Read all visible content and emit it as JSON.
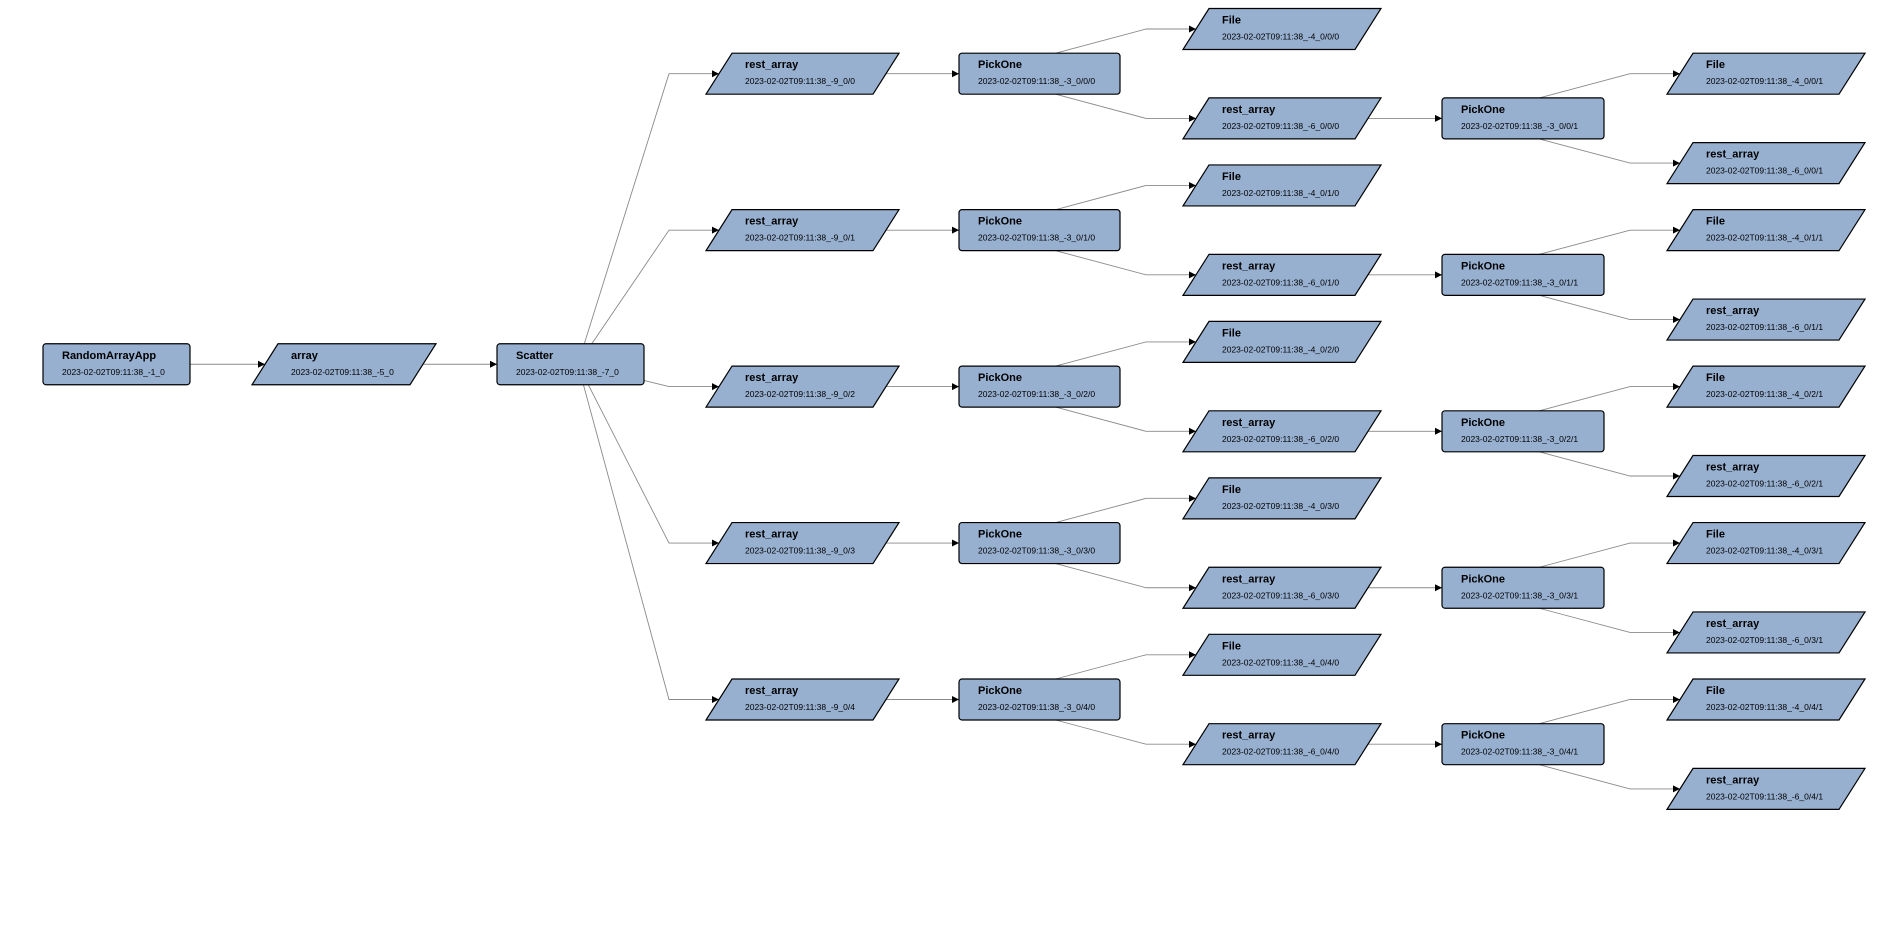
{
  "colors": {
    "node_fill": "#97b0d0",
    "node_stroke": "#000000",
    "edge": "#8a8a8a",
    "arrow": "#000000",
    "background": "#ffffff"
  },
  "nodes": [
    {
      "id": "app",
      "shape": "app",
      "title": "RandomArrayApp",
      "subtitle": "2023-02-02T09:11:38_-1_0"
    },
    {
      "id": "array",
      "shape": "data",
      "title": "array",
      "subtitle": "2023-02-02T09:11:38_-5_0"
    },
    {
      "id": "scatter",
      "shape": "app",
      "title": "Scatter",
      "subtitle": "2023-02-02T09:11:38_-7_0"
    },
    {
      "id": "ra0",
      "shape": "data",
      "title": "rest_array",
      "subtitle": "2023-02-02T09:11:38_-9_0/0"
    },
    {
      "id": "ra1",
      "shape": "data",
      "title": "rest_array",
      "subtitle": "2023-02-02T09:11:38_-9_0/1"
    },
    {
      "id": "ra2",
      "shape": "data",
      "title": "rest_array",
      "subtitle": "2023-02-02T09:11:38_-9_0/2"
    },
    {
      "id": "ra3",
      "shape": "data",
      "title": "rest_array",
      "subtitle": "2023-02-02T09:11:38_-9_0/3"
    },
    {
      "id": "ra4",
      "shape": "data",
      "title": "rest_array",
      "subtitle": "2023-02-02T09:11:38_-9_0/4"
    },
    {
      "id": "po0",
      "shape": "app",
      "title": "PickOne",
      "subtitle": "2023-02-02T09:11:38_-3_0/0/0"
    },
    {
      "id": "po1",
      "shape": "app",
      "title": "PickOne",
      "subtitle": "2023-02-02T09:11:38_-3_0/1/0"
    },
    {
      "id": "po2",
      "shape": "app",
      "title": "PickOne",
      "subtitle": "2023-02-02T09:11:38_-3_0/2/0"
    },
    {
      "id": "po3",
      "shape": "app",
      "title": "PickOne",
      "subtitle": "2023-02-02T09:11:38_-3_0/3/0"
    },
    {
      "id": "po4",
      "shape": "app",
      "title": "PickOne",
      "subtitle": "2023-02-02T09:11:38_-3_0/4/0"
    },
    {
      "id": "f0",
      "shape": "data",
      "title": "File",
      "subtitle": "2023-02-02T09:11:38_-4_0/0/0"
    },
    {
      "id": "f1",
      "shape": "data",
      "title": "File",
      "subtitle": "2023-02-02T09:11:38_-4_0/1/0"
    },
    {
      "id": "f2",
      "shape": "data",
      "title": "File",
      "subtitle": "2023-02-02T09:11:38_-4_0/2/0"
    },
    {
      "id": "f3",
      "shape": "data",
      "title": "File",
      "subtitle": "2023-02-02T09:11:38_-4_0/3/0"
    },
    {
      "id": "f4",
      "shape": "data",
      "title": "File",
      "subtitle": "2023-02-02T09:11:38_-4_0/4/0"
    },
    {
      "id": "rb0",
      "shape": "data",
      "title": "rest_array",
      "subtitle": "2023-02-02T09:11:38_-6_0/0/0"
    },
    {
      "id": "rb1",
      "shape": "data",
      "title": "rest_array",
      "subtitle": "2023-02-02T09:11:38_-6_0/1/0"
    },
    {
      "id": "rb2",
      "shape": "data",
      "title": "rest_array",
      "subtitle": "2023-02-02T09:11:38_-6_0/2/0"
    },
    {
      "id": "rb3",
      "shape": "data",
      "title": "rest_array",
      "subtitle": "2023-02-02T09:11:38_-6_0/3/0"
    },
    {
      "id": "rb4",
      "shape": "data",
      "title": "rest_array",
      "subtitle": "2023-02-02T09:11:38_-6_0/4/0"
    },
    {
      "id": "pp0",
      "shape": "app",
      "title": "PickOne",
      "subtitle": "2023-02-02T09:11:38_-3_0/0/1"
    },
    {
      "id": "pp1",
      "shape": "app",
      "title": "PickOne",
      "subtitle": "2023-02-02T09:11:38_-3_0/1/1"
    },
    {
      "id": "pp2",
      "shape": "app",
      "title": "PickOne",
      "subtitle": "2023-02-02T09:11:38_-3_0/2/1"
    },
    {
      "id": "pp3",
      "shape": "app",
      "title": "PickOne",
      "subtitle": "2023-02-02T09:11:38_-3_0/3/1"
    },
    {
      "id": "pp4",
      "shape": "app",
      "title": "PickOne",
      "subtitle": "2023-02-02T09:11:38_-3_0/4/1"
    },
    {
      "id": "g0",
      "shape": "data",
      "title": "File",
      "subtitle": "2023-02-02T09:11:38_-4_0/0/1"
    },
    {
      "id": "g1",
      "shape": "data",
      "title": "File",
      "subtitle": "2023-02-02T09:11:38_-4_0/1/1"
    },
    {
      "id": "g2",
      "shape": "data",
      "title": "File",
      "subtitle": "2023-02-02T09:11:38_-4_0/2/1"
    },
    {
      "id": "g3",
      "shape": "data",
      "title": "File",
      "subtitle": "2023-02-02T09:11:38_-4_0/3/1"
    },
    {
      "id": "g4",
      "shape": "data",
      "title": "File",
      "subtitle": "2023-02-02T09:11:38_-4_0/4/1"
    },
    {
      "id": "rc0",
      "shape": "data",
      "title": "rest_array",
      "subtitle": "2023-02-02T09:11:38_-6_0/0/1"
    },
    {
      "id": "rc1",
      "shape": "data",
      "title": "rest_array",
      "subtitle": "2023-02-02T09:11:38_-6_0/1/1"
    },
    {
      "id": "rc2",
      "shape": "data",
      "title": "rest_array",
      "subtitle": "2023-02-02T09:11:38_-6_0/2/1"
    },
    {
      "id": "rc3",
      "shape": "data",
      "title": "rest_array",
      "subtitle": "2023-02-02T09:11:38_-6_0/3/1"
    },
    {
      "id": "rc4",
      "shape": "data",
      "title": "rest_array",
      "subtitle": "2023-02-02T09:11:38_-6_0/4/1"
    }
  ],
  "edges": [
    {
      "from": "app",
      "to": "array"
    },
    {
      "from": "array",
      "to": "scatter"
    },
    {
      "from": "scatter",
      "to": "ra0"
    },
    {
      "from": "scatter",
      "to": "ra1"
    },
    {
      "from": "scatter",
      "to": "ra2"
    },
    {
      "from": "scatter",
      "to": "ra3"
    },
    {
      "from": "scatter",
      "to": "ra4"
    },
    {
      "from": "ra0",
      "to": "po0"
    },
    {
      "from": "ra1",
      "to": "po1"
    },
    {
      "from": "ra2",
      "to": "po2"
    },
    {
      "from": "ra3",
      "to": "po3"
    },
    {
      "from": "ra4",
      "to": "po4"
    },
    {
      "from": "po0",
      "to": "f0"
    },
    {
      "from": "po1",
      "to": "f1"
    },
    {
      "from": "po2",
      "to": "f2"
    },
    {
      "from": "po3",
      "to": "f3"
    },
    {
      "from": "po4",
      "to": "f4"
    },
    {
      "from": "po0",
      "to": "rb0"
    },
    {
      "from": "po1",
      "to": "rb1"
    },
    {
      "from": "po2",
      "to": "rb2"
    },
    {
      "from": "po3",
      "to": "rb3"
    },
    {
      "from": "po4",
      "to": "rb4"
    },
    {
      "from": "rb0",
      "to": "pp0"
    },
    {
      "from": "rb1",
      "to": "pp1"
    },
    {
      "from": "rb2",
      "to": "pp2"
    },
    {
      "from": "rb3",
      "to": "pp3"
    },
    {
      "from": "rb4",
      "to": "pp4"
    },
    {
      "from": "pp0",
      "to": "g0"
    },
    {
      "from": "pp1",
      "to": "g1"
    },
    {
      "from": "pp2",
      "to": "g2"
    },
    {
      "from": "pp3",
      "to": "g3"
    },
    {
      "from": "pp4",
      "to": "g4"
    },
    {
      "from": "pp0",
      "to": "rc0"
    },
    {
      "from": "pp1",
      "to": "rc1"
    },
    {
      "from": "pp2",
      "to": "rc2"
    },
    {
      "from": "pp3",
      "to": "rc3"
    },
    {
      "from": "pp4",
      "to": "rc4"
    }
  ]
}
